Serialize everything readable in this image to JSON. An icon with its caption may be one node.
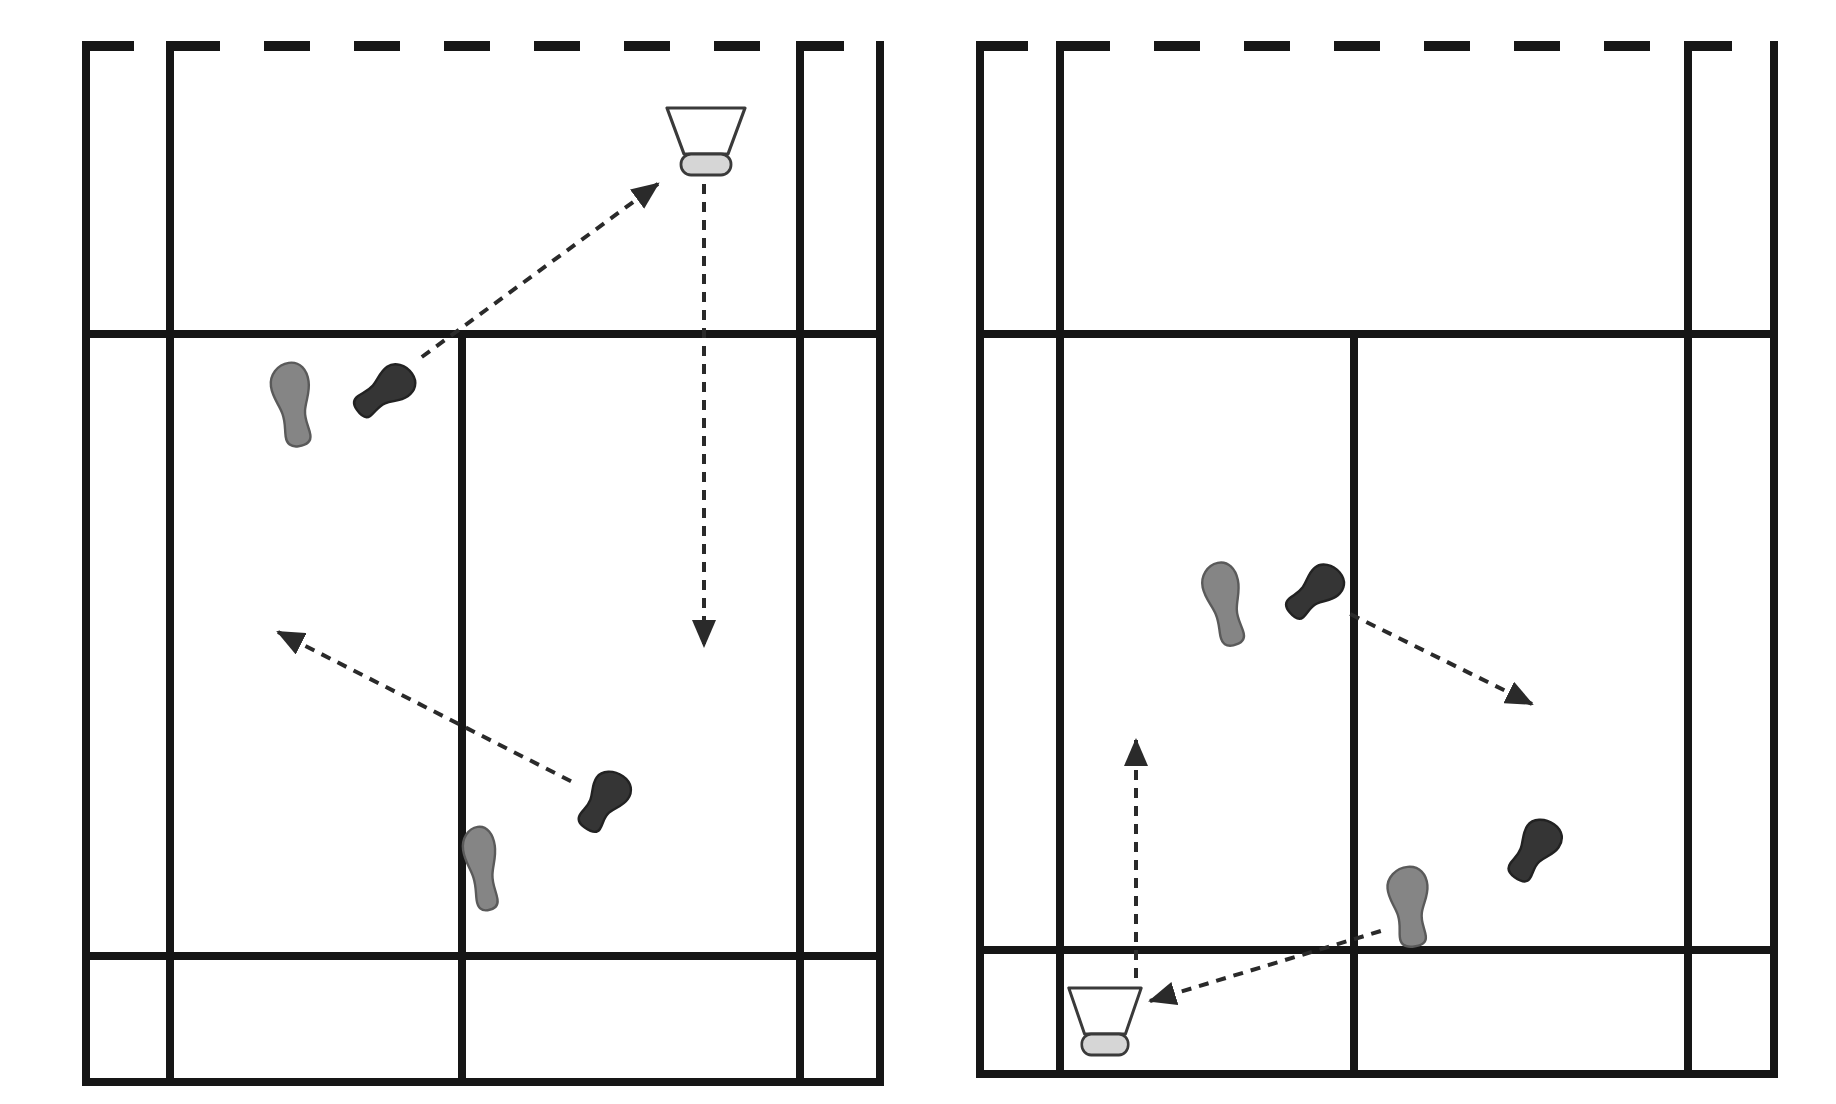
{
  "diagram": {
    "nodes": [
      {
        "text": [],
        "shape": "shuttlecock"
      },
      {
        "text": [],
        "shape": "footprint"
      },
      {
        "text": [],
        "shape": "footprint"
      },
      {
        "text": [],
        "shape": "footprint"
      },
      {
        "text": [],
        "shape": "footprint"
      },
      {
        "text": [],
        "shape": "footprint"
      },
      {
        "text": [],
        "shape": "footprint"
      },
      {
        "text": [],
        "shape": "footprint"
      },
      {
        "text": [],
        "shape": "footprint"
      },
      {
        "text": [],
        "shape": "shuttlecock"
      }
    ],
    "edges": [
      {
        "from": 2,
        "to": 0,
        "arrow": "to",
        "style": "dashed"
      },
      {
        "from": 0,
        "to": null,
        "arrow": "to",
        "style": "dashed"
      },
      {
        "from": 3,
        "to": null,
        "arrow": "to",
        "style": "dashed"
      },
      {
        "from": 6,
        "to": null,
        "arrow": "to",
        "style": "dashed"
      },
      {
        "from": 9,
        "to": null,
        "arrow": "to",
        "style": "dashed"
      },
      {
        "from": 8,
        "to": 9,
        "arrow": "to",
        "style": "dashed"
      }
    ]
  }
}
